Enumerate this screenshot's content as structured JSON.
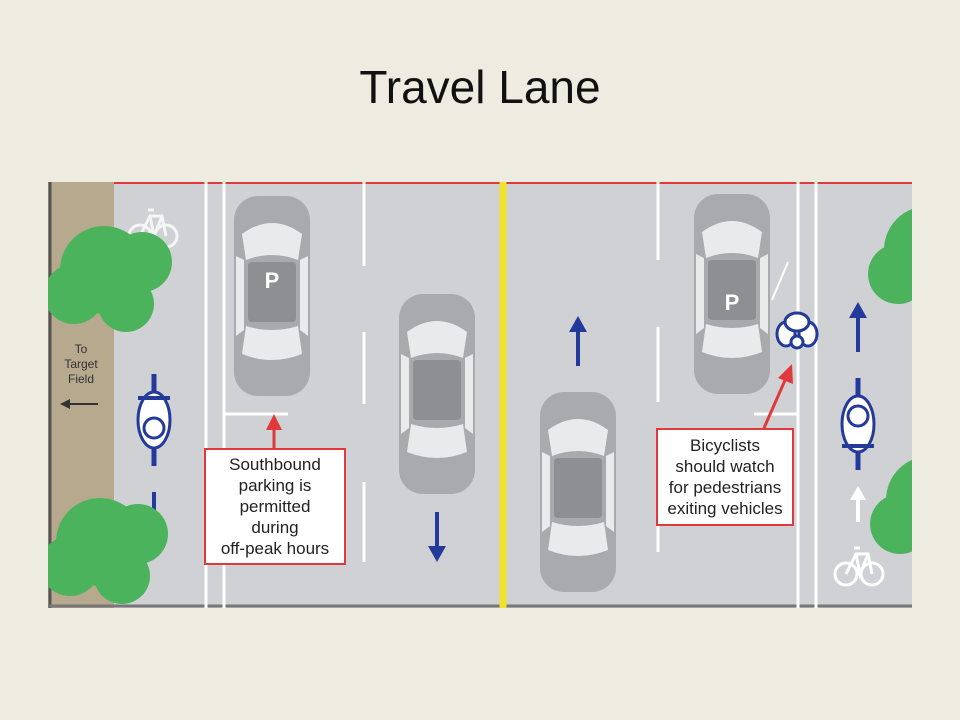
{
  "slide": {
    "title": "Travel Lane"
  },
  "sign": {
    "lines": [
      "To",
      "Target",
      "Field"
    ],
    "arrow": "←"
  },
  "parking_labels": {
    "left": "P",
    "right": "P"
  },
  "callouts": {
    "parking": {
      "lines": [
        "Southbound",
        "parking is",
        "permitted",
        "during",
        "off-peak hours"
      ]
    },
    "bicyclists": {
      "lines": [
        "Bicyclists",
        "should watch",
        "for pedestrians",
        "exiting vehicles"
      ]
    }
  },
  "colors": {
    "background": "#eeebe1",
    "road": "#cfd1d4",
    "center_line": "#f3e22c",
    "sidewalk": "#b6a98e",
    "tree": "#4bb35b",
    "arrow": "#233a9a",
    "callout_border": "#e0393b",
    "car": "#a8aaad"
  },
  "icons": [
    "tree-icon",
    "car-icon",
    "bicycle-icon",
    "bicyclist-icon",
    "pedestrian-icon",
    "direction-arrow-icon"
  ]
}
